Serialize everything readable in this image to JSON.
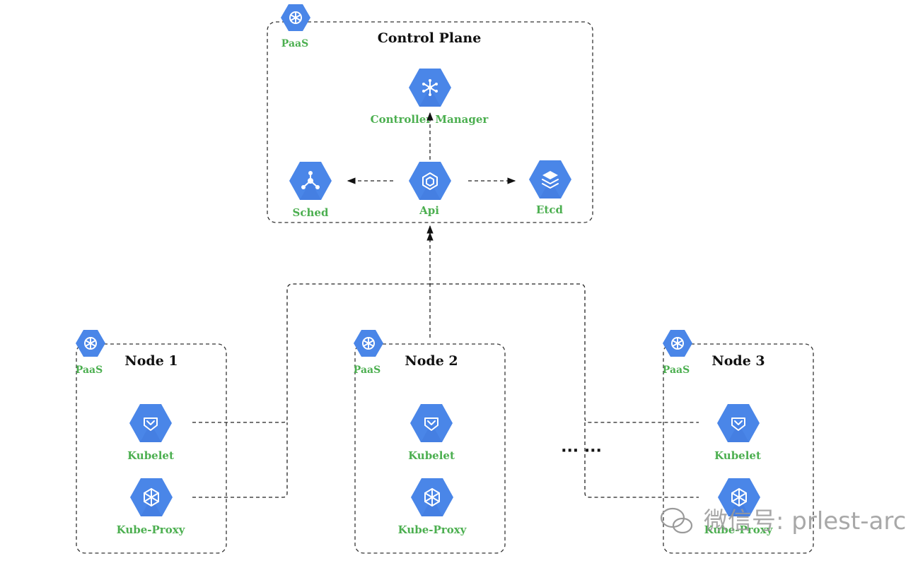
{
  "control_plane": {
    "title": "Control Plane",
    "paas_label": "PaaS",
    "components": {
      "controller_manager": "Controller Manager",
      "sched": "Sched",
      "api": "Api",
      "etcd": "Etcd"
    }
  },
  "nodes": [
    {
      "title": "Node 1",
      "paas_label": "PaaS",
      "kubelet": "Kubelet",
      "proxy": "Kube-Proxy"
    },
    {
      "title": "Node 2",
      "paas_label": "PaaS",
      "kubelet": "Kubelet",
      "proxy": "Kube-Proxy"
    },
    {
      "title": "Node 3",
      "paas_label": "PaaS",
      "kubelet": "Kubelet",
      "proxy": "Kube-Proxy"
    }
  ],
  "ellipsis": "··· ···",
  "watermark": "微信号: prlest-arc",
  "colors": {
    "icon_blue": "#4a86e8",
    "label_green": "#4caf50"
  }
}
